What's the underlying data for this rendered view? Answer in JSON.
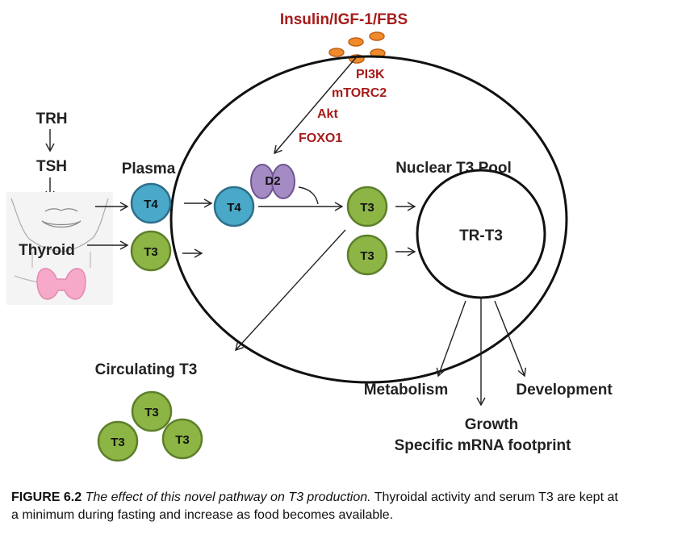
{
  "diagram": {
    "signal": "Insulin/IGF-1/FBS",
    "pathway": [
      "PI3K",
      "mTORC2",
      "Akt",
      "FOXO1"
    ],
    "axis": {
      "trh": "TRH",
      "tsh": "TSH",
      "thyroid": "Thyroid"
    },
    "plasma": "Plasma",
    "plasma_molecules": [
      "T4",
      "T3"
    ],
    "cell_t4": "T4",
    "enzyme": "D2",
    "cell_t3": [
      "T3",
      "T3"
    ],
    "nuclear_pool": "Nuclear T3 Pool",
    "receptor": "TR-T3",
    "circulating": {
      "label": "Circulating T3",
      "molecules": [
        "T3",
        "T3",
        "T3"
      ]
    },
    "outputs": {
      "metabolism": "Metabolism",
      "development": "Development",
      "growth": "Growth",
      "footprint": "Specific mRNA footprint"
    }
  },
  "caption": {
    "figure_number": "FIGURE 6.2",
    "title": "The effect of this novel pathway on T3 production.",
    "text": "Thyroidal activity and serum T3 are kept at a minimum  during fasting and increase as food becomes available."
  },
  "colors": {
    "t4_fill": "#4aa8c8",
    "t3_fill": "#8db545",
    "d2_fill": "#a58bc4",
    "ligand_fill": "#f08a2a",
    "pathway_text": "#a71b1b",
    "thyroid_fill": "#f7a9c9"
  }
}
